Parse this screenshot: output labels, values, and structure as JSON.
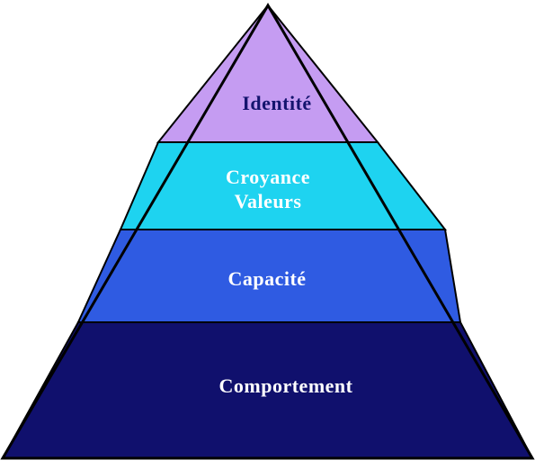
{
  "diagram": {
    "layers": [
      {
        "lines": [
          "Identité"
        ],
        "fill": "#c59cf2",
        "text_color": "#14146e"
      },
      {
        "lines": [
          "Croyance",
          "Valeurs"
        ],
        "fill": "#1ed3f0",
        "text_color": "#ffffff"
      },
      {
        "lines": [
          "Capacité"
        ],
        "fill": "#2f5be2",
        "text_color": "#ffffff"
      },
      {
        "lines": [
          "Comportement"
        ],
        "fill": "#10106d",
        "text_color": "#ffffff"
      }
    ]
  }
}
